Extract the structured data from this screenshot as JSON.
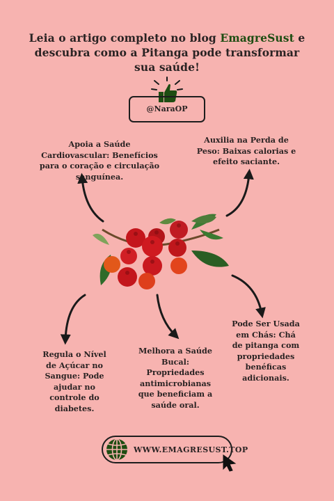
{
  "headline": {
    "line1_pre": "Leia o artigo completo no blog ",
    "blog_name": "EmagreSust",
    "line1_post": " e descubra como a Pitanga pode transformar sua saúde!"
  },
  "handle": "@NaraOP",
  "benefits": {
    "cardio": "Apoia a Saúde Cardiovascular: Benefícios para o coração e circulação sanguínea.",
    "weight": "Auxilia na Perda de Peso: Baixas calorias e efeito saciante.",
    "sugar": "Regula o Nível de Açúcar no Sangue: Pode ajudar no controle do diabetes.",
    "oral": "Melhora a Saúde Bucal: Propriedades antimicrobianas que beneficiam a saúde oral.",
    "tea": "Pode Ser Usada em Chás: Chá de pitanga com propriedades benéficas adicionais."
  },
  "website": "WWW.EMAGRESUST.TOP",
  "icons": {
    "thumb": "thumbs-up-icon",
    "globe": "globe-icon",
    "cursor": "cursor-icon"
  },
  "colors": {
    "background": "#f7b3b0",
    "accent_green": "#1e4d12",
    "text": "#2a2323"
  }
}
